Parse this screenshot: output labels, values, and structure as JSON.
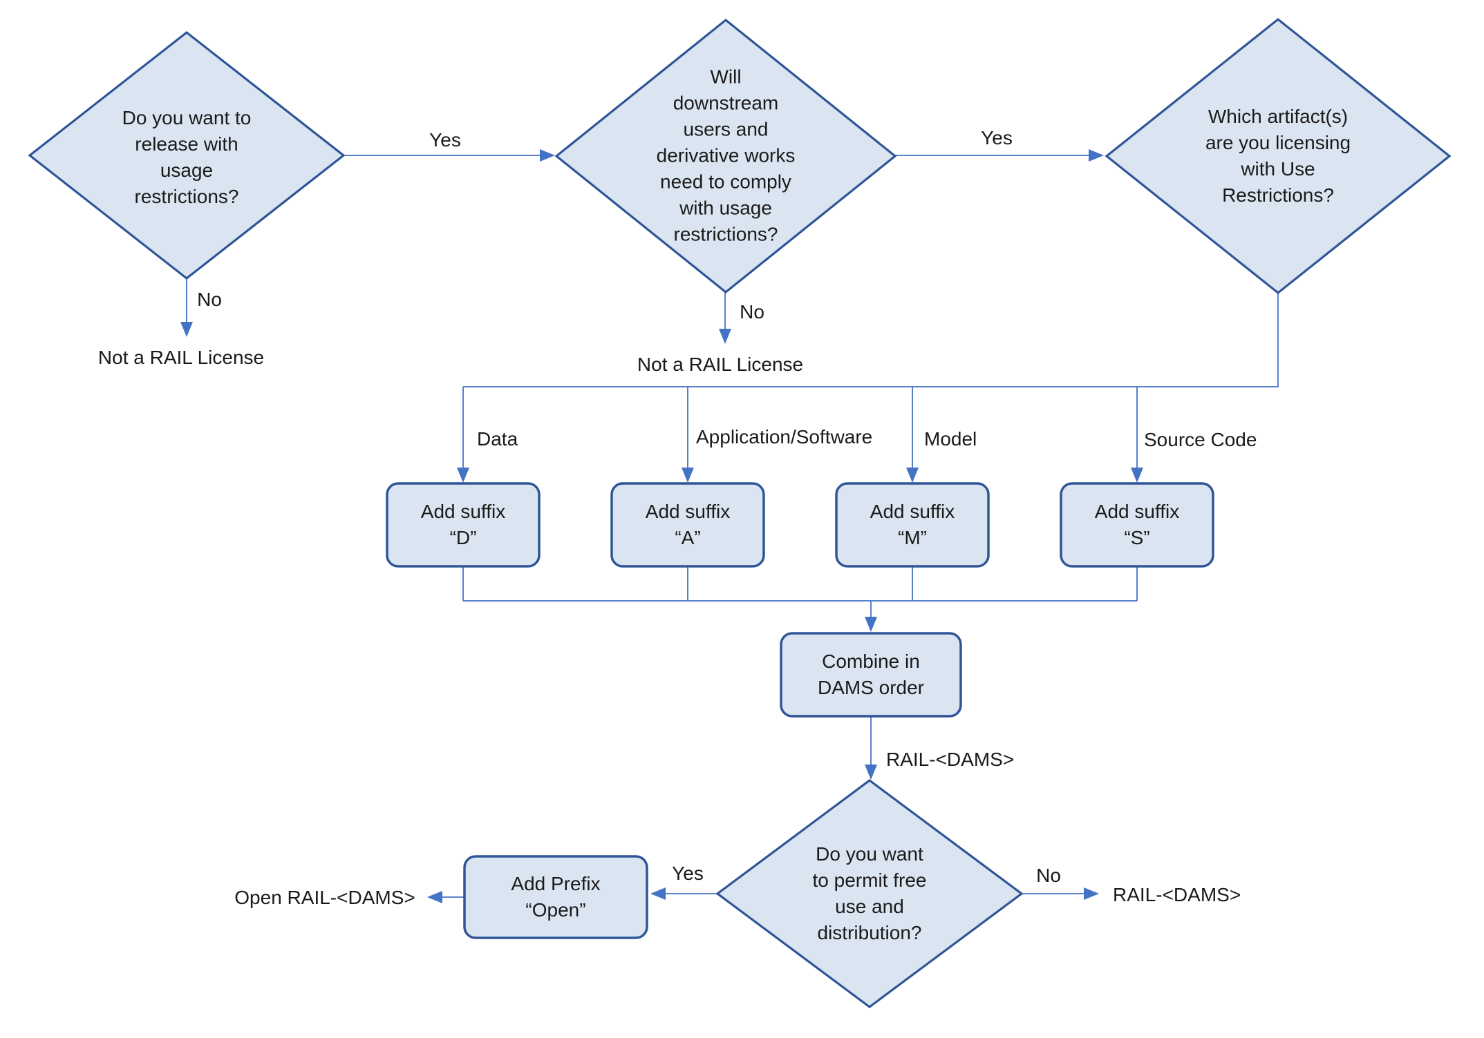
{
  "colors": {
    "node_fill": "#dbe5f2",
    "node_border": "#2f5597",
    "connector": "#4472c4",
    "text": "#1a1a1a",
    "background": "#ffffff"
  },
  "nodes": {
    "q_usage": {
      "label": "Do you want to\nrelease with\nusage\nrestrictions?"
    },
    "q_downstream": {
      "label": "Will\ndownstream\nusers and\nderivative works\nneed to comply\nwith usage\nrestrictions?"
    },
    "q_artifacts": {
      "label": "Which artifact(s)\nare you licensing\nwith Use\nRestrictions?"
    },
    "suffix_d": {
      "label": "Add suffix\n“D”"
    },
    "suffix_a": {
      "label": "Add suffix\n“A”"
    },
    "suffix_m": {
      "label": "Add suffix\n“M”"
    },
    "suffix_s": {
      "label": "Add suffix\n“S”"
    },
    "combine": {
      "label": "Combine in\nDAMS order"
    },
    "q_free_use": {
      "label": "Do you want\nto permit free\nuse and\ndistribution?"
    },
    "add_prefix": {
      "label": "Add Prefix\n“Open”"
    }
  },
  "edge_labels": {
    "yes_1": "Yes",
    "yes_2": "Yes",
    "yes_3": "Yes",
    "no_1": "No",
    "no_2": "No",
    "no_3": "No",
    "artifact_data": "Data",
    "artifact_app": "Application/Software",
    "artifact_model": "Model",
    "artifact_source": "Source Code",
    "rail_dams_mid": "RAIL-<DAMS>"
  },
  "terminals": {
    "not_rail_1": "Not a RAIL License",
    "not_rail_2": "Not a RAIL License",
    "open_rail": "Open RAIL-<DAMS>",
    "rail_dams_final": "RAIL-<DAMS>"
  }
}
